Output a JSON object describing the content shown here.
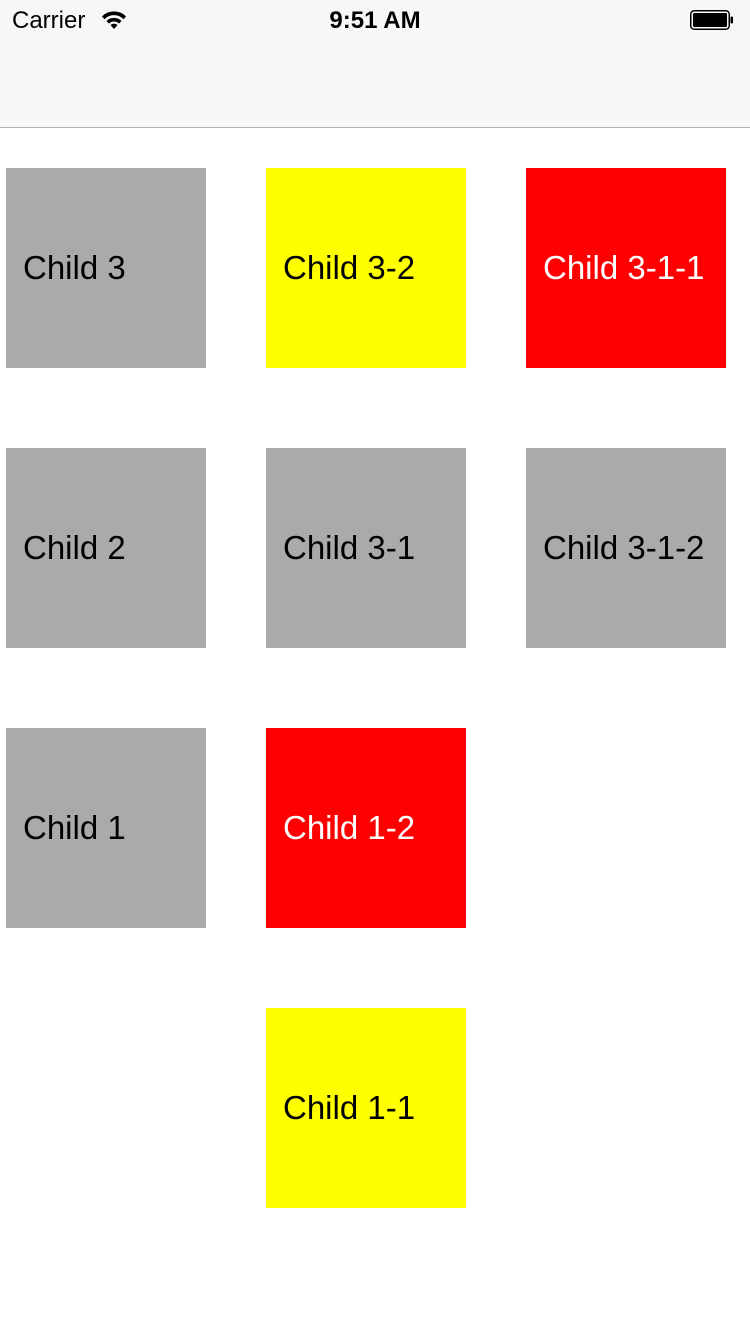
{
  "status_bar": {
    "carrier": "Carrier",
    "time": "9:51 AM"
  },
  "colors": {
    "gray": "#aaaaaa",
    "yellow": "#ffff00",
    "red": "#ff0000"
  },
  "tiles": {
    "child_3": {
      "label": "Child 3",
      "color": "gray"
    },
    "child_3_2": {
      "label": "Child 3-2",
      "color": "yellow"
    },
    "child_3_1_1": {
      "label": "Child 3-1-1",
      "color": "red"
    },
    "child_2": {
      "label": "Child 2",
      "color": "gray"
    },
    "child_3_1": {
      "label": "Child 3-1",
      "color": "gray"
    },
    "child_3_1_2": {
      "label": "Child 3-1-2",
      "color": "gray"
    },
    "child_1": {
      "label": "Child 1",
      "color": "gray"
    },
    "child_1_2": {
      "label": "Child 1-2",
      "color": "red"
    },
    "child_1_1": {
      "label": "Child 1-1",
      "color": "yellow"
    }
  }
}
